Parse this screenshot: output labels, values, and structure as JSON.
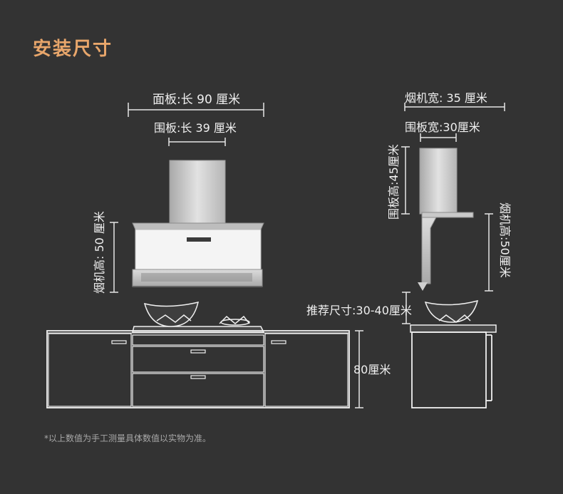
{
  "title": "安装尺寸",
  "labels": {
    "panel_length": "面板:长 90 厘米",
    "shroud_length": "围板:长  39  厘米",
    "hood_height_left": "烟机高: 50 厘米",
    "hood_width": "烟机宽:  35  厘米",
    "shroud_width": "围板宽:30厘米",
    "shroud_height": "围板高:45厘米",
    "hood_height_right": "烟机高:50厘米",
    "recommended": "推荐尺寸:30-40厘米",
    "cabinet_height": "80厘米"
  },
  "note": "*以上数值为手工测量具体数值以实物为准。",
  "colors": {
    "background": "#333333",
    "title": "#e8a66b",
    "line": "#e6e6e6",
    "steel": "#cfcfcf"
  }
}
